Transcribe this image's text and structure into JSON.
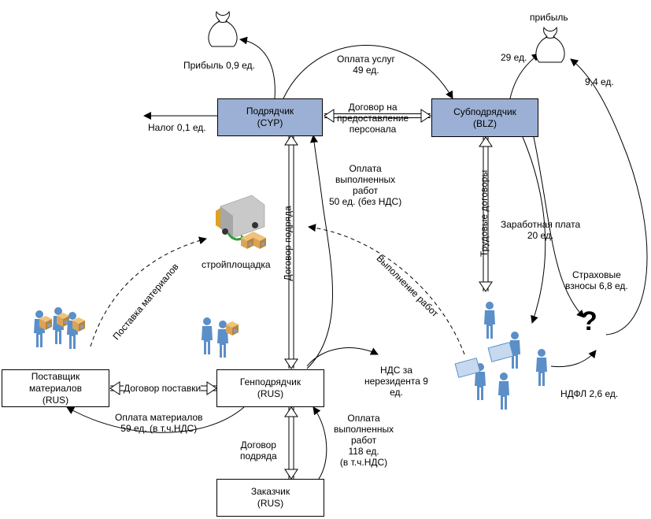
{
  "nodes": {
    "contractor": {
      "line1": "Подрядчик",
      "line2": "(CYP)"
    },
    "subcontractor": {
      "line1": "Субподрядчик",
      "line2": "(BLZ)"
    },
    "supplier": {
      "line1": "Поставщик",
      "line2": "материалов",
      "line3": "(RUS)"
    },
    "general": {
      "line1": "Генподрядчик",
      "line2": "(RUS)"
    },
    "customer": {
      "line1": "Заказчик",
      "line2": "(RUS)"
    }
  },
  "labels": {
    "profit_top_left": "Прибыль 0,9 ед.",
    "tax": "Налог 0,1 ед.",
    "services_payment": [
      "Оплата услуг",
      "49 ед."
    ],
    "profit_word": "прибыль",
    "profit_29": "29 ед.",
    "profit_94": "9,4 ед.",
    "staffing_contract": [
      "Договор на",
      "предоставление",
      "персонала"
    ],
    "work_payment_top": [
      "Оплата",
      "выполненных",
      "работ",
      "50 ед. (без НДС)"
    ],
    "construction_site": "стройплощадка",
    "contract_works_vertical": "Договор подряда",
    "labor_contracts_vertical": "Трудовые договоры",
    "salary": [
      "Заработная плата",
      "20 ед."
    ],
    "insurance": [
      "Страховые",
      "взносы 6,8 ед."
    ],
    "question": "?",
    "supply_materials": "Поставка материалов",
    "works_execution": "Выполнение работ",
    "vat": [
      "НДС за",
      "нерезидента 9",
      "ед."
    ],
    "pit": "НДФЛ 2,6 ед.",
    "supply_contract": "Договор поставки",
    "materials_payment": [
      "Оплата материалов",
      "59 ед. (в т.ч.НДС)"
    ],
    "contract_works_bottom": [
      "Договор",
      "подряда"
    ],
    "work_payment_bottom": [
      "Оплата",
      "выполненных",
      "работ",
      "118 ед.",
      "(в т.ч.НДС)"
    ]
  },
  "icons": [
    "money-bag-icon",
    "money-bag-icon",
    "delivery-truck-icon",
    "workers-with-boxes-icon",
    "worker-with-box-icon",
    "workers-group-icon"
  ],
  "colors": {
    "box_fill": "#9bb0d4",
    "person": "#5b8fc7",
    "box_cardboard": "#d9a45a",
    "truck_cab": "#e0a020"
  }
}
